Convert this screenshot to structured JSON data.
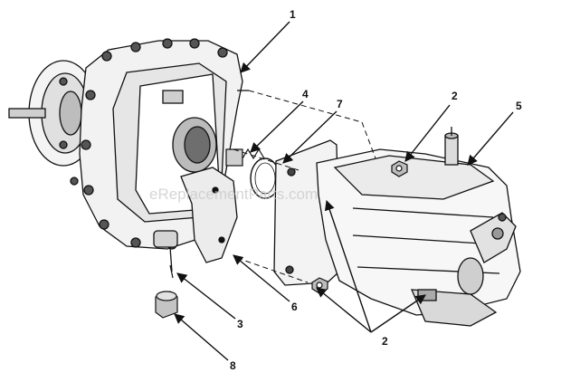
{
  "callouts": {
    "c1": "1",
    "c2a": "2",
    "c2b": "2",
    "c3": "3",
    "c4": "4",
    "c5": "5",
    "c6": "6",
    "c7": "7",
    "c8": "8"
  },
  "watermark": "eReplacementParts.com",
  "colors": {
    "line": "#111111",
    "shade": "#9a9a9a",
    "light": "#d9d9d9",
    "background": "#ffffff"
  }
}
